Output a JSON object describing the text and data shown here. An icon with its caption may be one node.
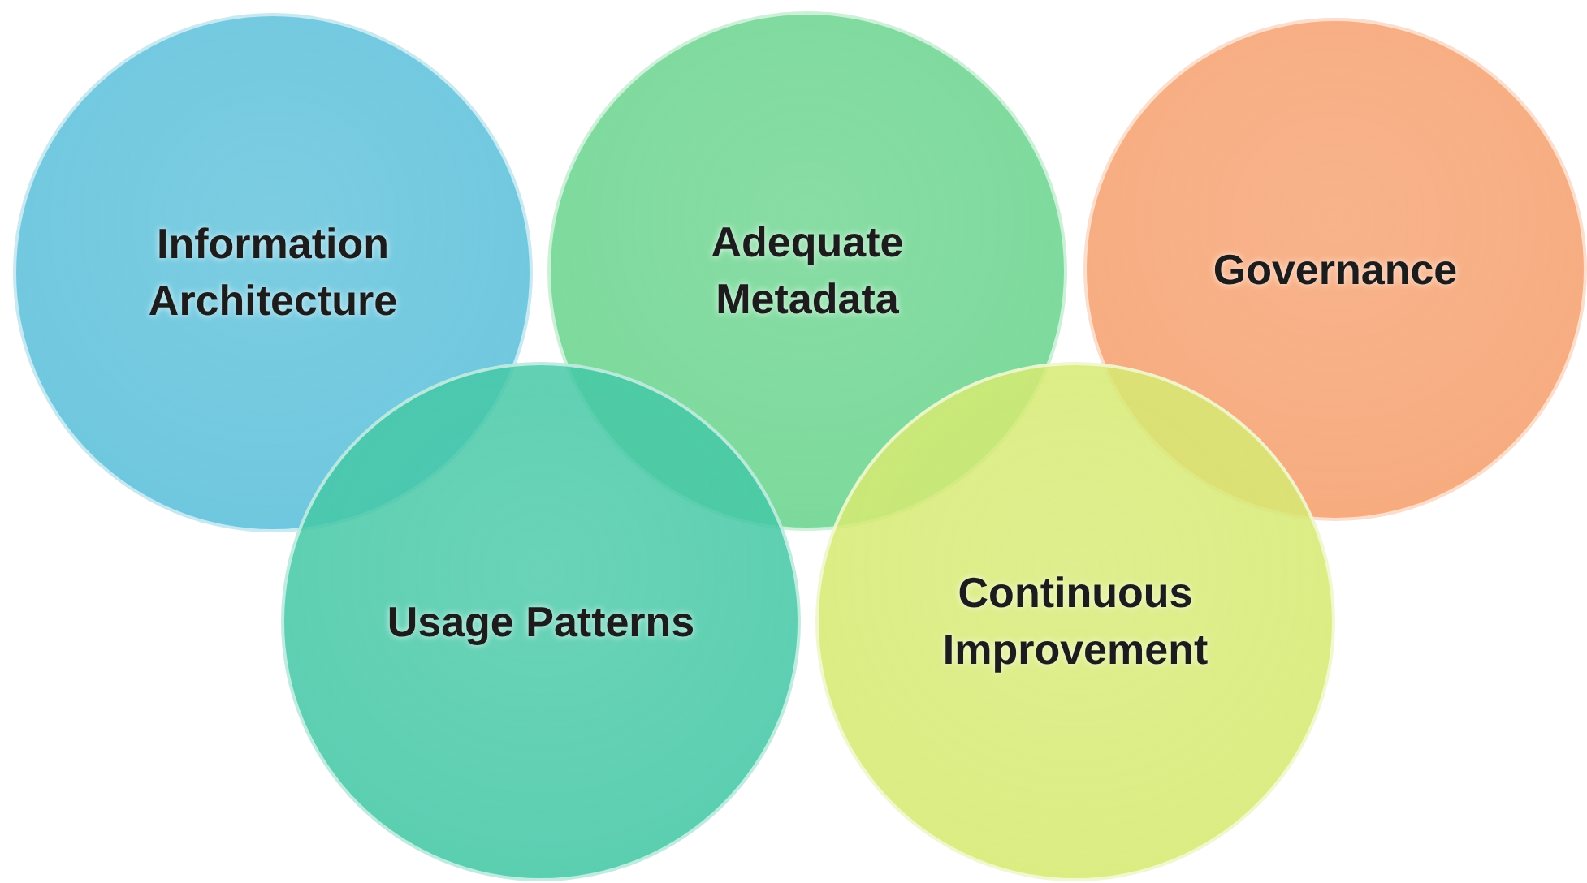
{
  "diagram": {
    "nodes": [
      {
        "text": [
          "Information Architecture"
        ]
      },
      {
        "text": [
          "Adequate Metadata"
        ]
      },
      {
        "text": [
          "Governance"
        ]
      },
      {
        "text": [
          "Usage Patterns"
        ]
      },
      {
        "text": [
          "Continuous Improvement"
        ]
      }
    ]
  }
}
